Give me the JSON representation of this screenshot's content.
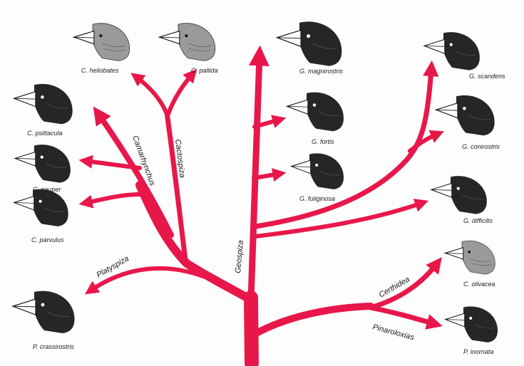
{
  "colors": {
    "branch": "#e8174a",
    "ink": "#1a1a1a",
    "head_dark": "#2a2a2a",
    "head_light": "#8c8c8c",
    "beak": "#ffffff"
  },
  "genera": {
    "camarhynchus": "Camarhynchus",
    "cactospiza": "Cactospiza",
    "geospiza": "Geospiza",
    "platyspiza": "Platyspiza",
    "certhidea": "Certhidea",
    "pinaroloxias": "Pinaroloxias"
  },
  "species": {
    "c_heliobates": "C. heliobates",
    "c_pallida": "C. pallida",
    "c_psittacula": "C. psittacula",
    "c_pauper": "C. pauper",
    "c_parvulus": "C. parvulus",
    "p_crassirostris": "P. crassirostris",
    "g_magnirostris": "G. magnirostris",
    "g_fortis": "G. fortis",
    "g_fuliginosa": "G. fuliginosa",
    "g_scandens": "G. scandens",
    "g_conirostris": "G. conirostris",
    "g_difficilis": "G. difficilis",
    "c_olivacea": "C. olivacea",
    "p_inornata": "P. inornata"
  }
}
